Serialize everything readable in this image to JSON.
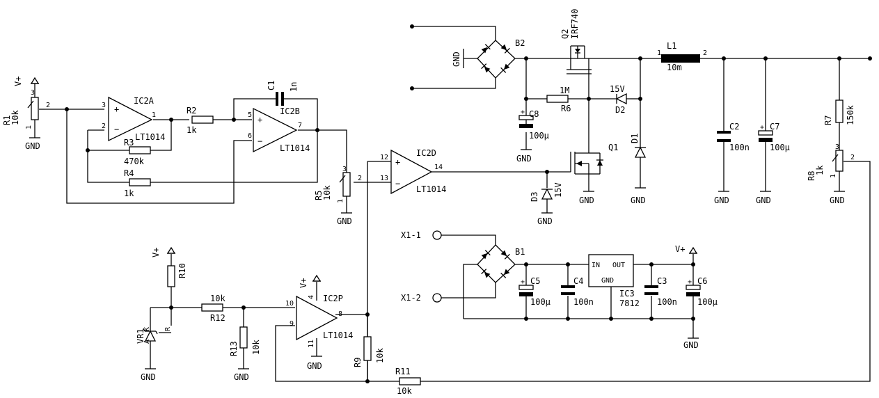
{
  "r1": {
    "name": "R1",
    "value": "10k",
    "pin1": "1",
    "pin2": "2",
    "pin3": "3",
    "supply": "V+",
    "gnd": "GND"
  },
  "ic2a": {
    "name": "IC2A",
    "pin1": "1",
    "pin2": "2",
    "pin3": "3",
    "part": "LT1014"
  },
  "ic2b": {
    "name": "IC2B",
    "pin5": "5",
    "pin6": "6",
    "pin7": "7",
    "part": "LT1014"
  },
  "ic2d": {
    "name": "IC2D",
    "pin12": "12",
    "pin13": "13",
    "pin14": "14",
    "part": "LT1014"
  },
  "ic2p": {
    "name": "IC2P",
    "pin4": "4",
    "pin8": "8",
    "pin9": "9",
    "pin10": "10",
    "pin11": "11",
    "part": "LT1014",
    "supply": "V+",
    "gnd": "GND"
  },
  "r2": {
    "name": "R2",
    "value": "1k"
  },
  "r3": {
    "name": "R3",
    "value": "470k"
  },
  "r4": {
    "name": "R4",
    "value": "1k"
  },
  "c1": {
    "name": "C1",
    "value": "1n"
  },
  "r5": {
    "name": "R5",
    "value": "10k",
    "pin1": "1",
    "pin2": "2",
    "pin3": "3",
    "gnd": "GND"
  },
  "b2": {
    "name": "B2",
    "gnd": "GND"
  },
  "q2": {
    "name": "Q2",
    "part": "IRF740"
  },
  "c8": {
    "name": "C8",
    "value": "100µ",
    "gnd": "GND"
  },
  "r6": {
    "name": "R6",
    "value": "1M"
  },
  "d2": {
    "name": "D2",
    "value": "15V"
  },
  "q1": {
    "name": "Q1",
    "gnd": "GND"
  },
  "d3": {
    "name": "D3",
    "value": "15V",
    "gnd": "GND"
  },
  "d1": {
    "name": "D1",
    "gnd": "GND"
  },
  "l1": {
    "name": "L1",
    "value": "10m",
    "pin1": "1",
    "pin2": "2"
  },
  "c2": {
    "name": "C2",
    "value": "100n",
    "gnd": "GND"
  },
  "c7": {
    "name": "C7",
    "value": "100µ",
    "gnd": "GND"
  },
  "r7": {
    "name": "R7",
    "value": "150k"
  },
  "r8": {
    "name": "R8",
    "value": "1k",
    "pin1": "1",
    "pin2": "2",
    "pin3": "3",
    "gnd": "GND"
  },
  "x1": {
    "pin1": "X1-1",
    "pin2": "X1-2"
  },
  "b1": {
    "name": "B1"
  },
  "c5": {
    "name": "C5",
    "value": "100µ"
  },
  "c4": {
    "name": "C4",
    "value": "100n"
  },
  "ic3": {
    "name": "IC3",
    "part": "7812",
    "in": "IN",
    "out": "OUT",
    "gnd": "GND"
  },
  "c3": {
    "name": "C3",
    "value": "100n"
  },
  "c6": {
    "name": "C6",
    "value": "100µ",
    "supply": "V+",
    "gnd": "GND"
  },
  "r10": {
    "name": "R10",
    "supply": "V+"
  },
  "vr1": {
    "name": "VR1",
    "pin_a": "A",
    "pin_k": "K",
    "pin_r": "R",
    "gnd": "GND"
  },
  "r12": {
    "name": "R12",
    "value": "10k"
  },
  "r13": {
    "name": "R13",
    "value": "10k",
    "gnd": "GND"
  },
  "r9": {
    "name": "R9",
    "value": "10k"
  },
  "r11": {
    "name": "R11",
    "value": "10k"
  }
}
